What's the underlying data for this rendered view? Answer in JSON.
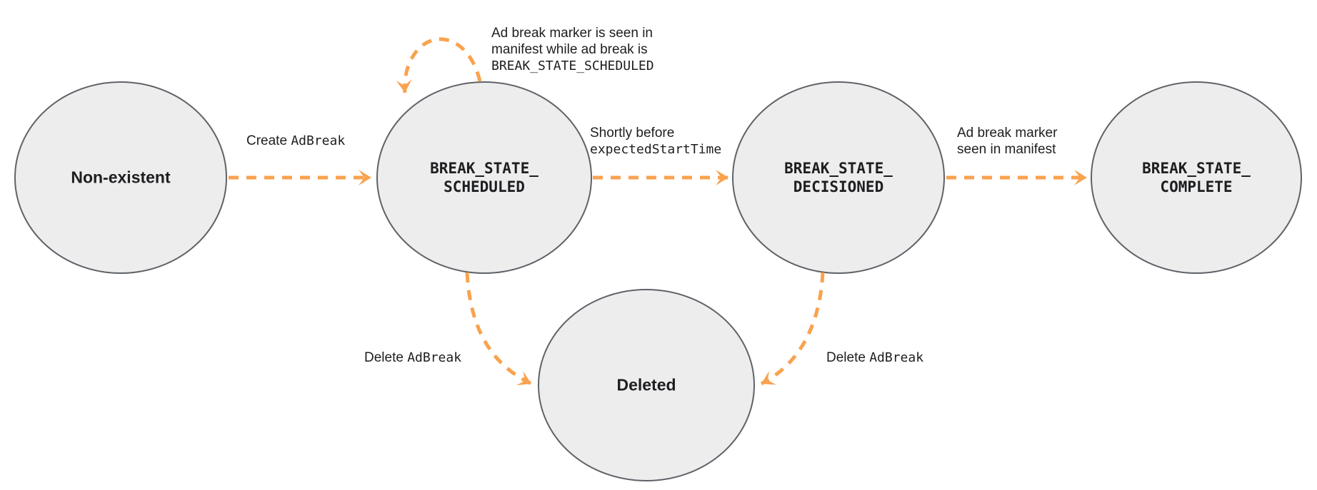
{
  "colors": {
    "node_fill": "#ededee",
    "node_border": "#5f6368",
    "arrow": "#f9a24e",
    "label": "#1d1e20",
    "bg": "#ffffff"
  },
  "states": {
    "non_existent": {
      "label": "Non-existent"
    },
    "scheduled": {
      "line1": "BREAK_STATE_",
      "line2": "SCHEDULED"
    },
    "decisioned": {
      "line1": "BREAK_STATE_",
      "line2": "DECISIONED"
    },
    "complete": {
      "line1": "BREAK_STATE_",
      "line2": "COMPLETE"
    },
    "deleted": {
      "label": "Deleted"
    }
  },
  "transitions": {
    "create": {
      "from": "non_existent",
      "to": "scheduled",
      "plain": "Create ",
      "code": "AdBreak"
    },
    "self_loop": {
      "from": "scheduled",
      "to": "scheduled",
      "line1": "Ad break marker is seen in",
      "line2": "manifest while ad break is",
      "code": "BREAK_STATE_SCHEDULED"
    },
    "to_decisioned": {
      "from": "scheduled",
      "to": "decisioned",
      "line1": "Shortly before",
      "code": "expectedStartTime"
    },
    "to_complete": {
      "from": "decisioned",
      "to": "complete",
      "line1": "Ad break marker",
      "line2": "seen in manifest"
    },
    "delete_scheduled": {
      "from": "scheduled",
      "to": "deleted",
      "plain": "Delete ",
      "code": "AdBreak"
    },
    "delete_decisioned": {
      "from": "decisioned",
      "to": "deleted",
      "plain": "Delete ",
      "code": "AdBreak"
    }
  }
}
